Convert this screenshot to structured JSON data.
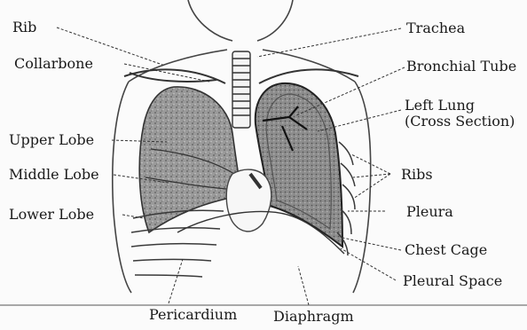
{
  "labels": {
    "rib": "Rib",
    "collarbone": "Collarbone",
    "upper_lobe": "Upper Lobe",
    "middle_lobe": "Middle Lobe",
    "lower_lobe": "Lower Lobe",
    "pericardium": "Pericardium",
    "diaphragm": "Diaphragm",
    "trachea": "Trachea",
    "bronchial_tube": "Bronchial Tube",
    "left_lung_line1": "Left Lung",
    "left_lung_line2": "(Cross Section)",
    "ribs": "Ribs",
    "pleura": "Pleura",
    "chest_cage": "Chest Cage",
    "pleural_space": "Pleural Space"
  }
}
